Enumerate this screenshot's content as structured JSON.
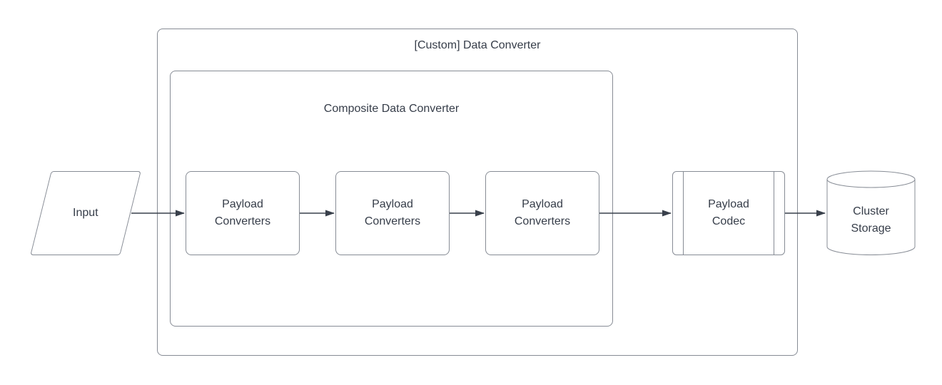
{
  "diagram": {
    "type": "flowchart",
    "containers": {
      "custom_data_converter": {
        "label": "[Custom] Data Converter"
      },
      "composite_data_converter": {
        "label": "Composite Data Converter"
      }
    },
    "nodes": {
      "input": {
        "label": "Input",
        "shape": "parallelogram"
      },
      "payload_converters": [
        {
          "label": "Payload Converters",
          "shape": "rounded-rectangle"
        },
        {
          "label": "Payload Converters",
          "shape": "rounded-rectangle"
        },
        {
          "label": "Payload Converters",
          "shape": "rounded-rectangle"
        }
      ],
      "payload_codec": {
        "label": "Payload Codec",
        "shape": "predefined-process"
      },
      "cluster_storage": {
        "label": "Cluster Storage",
        "shape": "cylinder"
      }
    },
    "edges": [
      {
        "from": "Input",
        "to": "Payload Converters (1)",
        "style": "arrow"
      },
      {
        "from": "Payload Converters (1)",
        "to": "Payload Converters (2)",
        "style": "arrow"
      },
      {
        "from": "Payload Converters (2)",
        "to": "Payload Converters (3)",
        "style": "arrow"
      },
      {
        "from": "Payload Converters (3)",
        "to": "Payload Codec",
        "style": "arrow"
      },
      {
        "from": "Payload Codec",
        "to": "Cluster Storage",
        "style": "arrow"
      }
    ],
    "colors": {
      "background": "#ffffff",
      "shape_border": "#878c95",
      "connector": "#39404b",
      "text": "#363d49"
    }
  }
}
